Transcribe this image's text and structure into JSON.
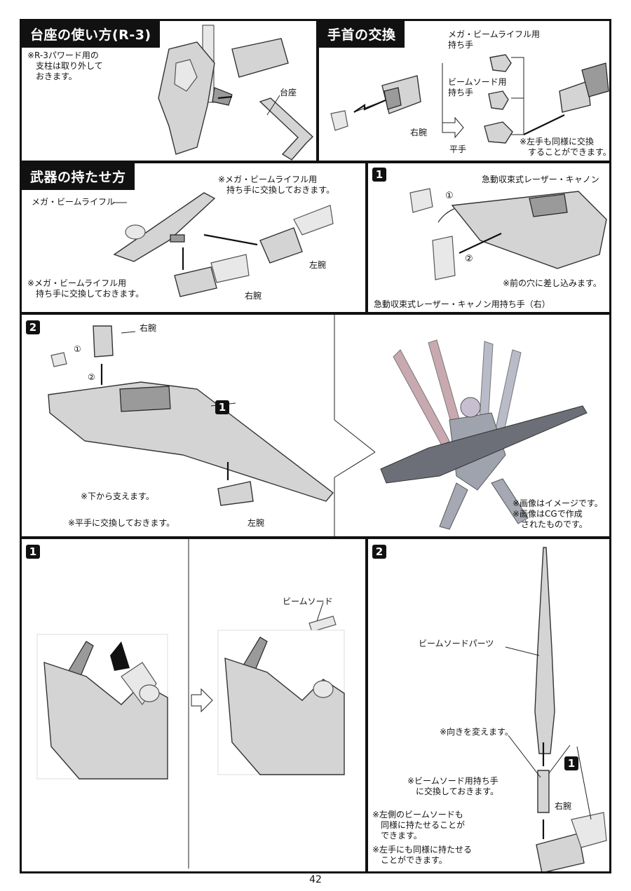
{
  "page_number": "42",
  "sec_base": {
    "title": "台座の使い方(R-3)",
    "note": "※R-3パワード用の\n　支柱は取り外して\n　おきます。",
    "label_base": "台座"
  },
  "sec_wrist": {
    "title": "手首の交換",
    "label_mega_hand": "メガ・ビームライフル用\n持ち手",
    "label_saber_hand": "ビームソード用\n持ち手",
    "label_flat_hand": "平手",
    "label_right_arm": "右腕",
    "note": "※左手も同様に交換\n　することができます。"
  },
  "sec_weapon": {
    "title": "武器の持たせ方",
    "label_rifle": "メガ・ビームライフル",
    "note_top": "※メガ・ビームライフル用\n　持ち手に交換しておきます。",
    "note_bottom": "※メガ・ビームライフル用\n　持ち手に交換しておきます。",
    "label_left_arm": "左腕",
    "label_right_arm": "右腕"
  },
  "sec_cannon1": {
    "step": "1",
    "label_cannon": "急動収束式レーザー・キャノン",
    "mark1": "①",
    "mark2": "②",
    "note_hole": "※前の穴に差し込みます。",
    "label_hand": "急動収束式レーザー・キャノン用持ち手（右）"
  },
  "sec_cannon2": {
    "step": "2",
    "label_right_arm": "右腕",
    "mark1": "①",
    "mark2": "②",
    "ref_step": "1",
    "note_support": "※下から支えます。",
    "note_flat": "※平手に交換しておきます。",
    "label_left_arm": "左腕",
    "note_image": "※画像はイメージです。\n※画像はCGで作成\n　されたものです。"
  },
  "sec_saber1": {
    "step": "1",
    "label_beam_sword": "ビームソード"
  },
  "sec_saber2": {
    "step": "2",
    "label_parts": "ビームソードパーツ",
    "note_direction": "※向きを変えます。",
    "ref_step": "1",
    "note_hand": "※ビームソード用持ち手\n　に交換しておきます。",
    "label_right_arm": "右腕",
    "note_left_saber": "※左側のビームソードも\n　同様に持たせることが\n　できます。",
    "note_left_hand": "※左手にも同様に持たせる\n　ことができます。"
  }
}
